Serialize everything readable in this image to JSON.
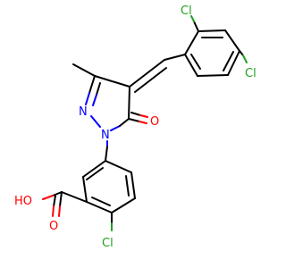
{
  "molecule": {
    "atom_labels": {
      "cl_top": "Cl",
      "cl_right": "Cl",
      "cl_bottom": "Cl",
      "o_carbonyl": "O",
      "n_ring": "N",
      "n1": "N",
      "oh": "HO",
      "o_acid": "O"
    },
    "colors": {
      "carbon": "#000000",
      "chlorine": "#1fa01f",
      "oxygen": "#ff0000",
      "nitrogen": "#0000ff"
    }
  }
}
